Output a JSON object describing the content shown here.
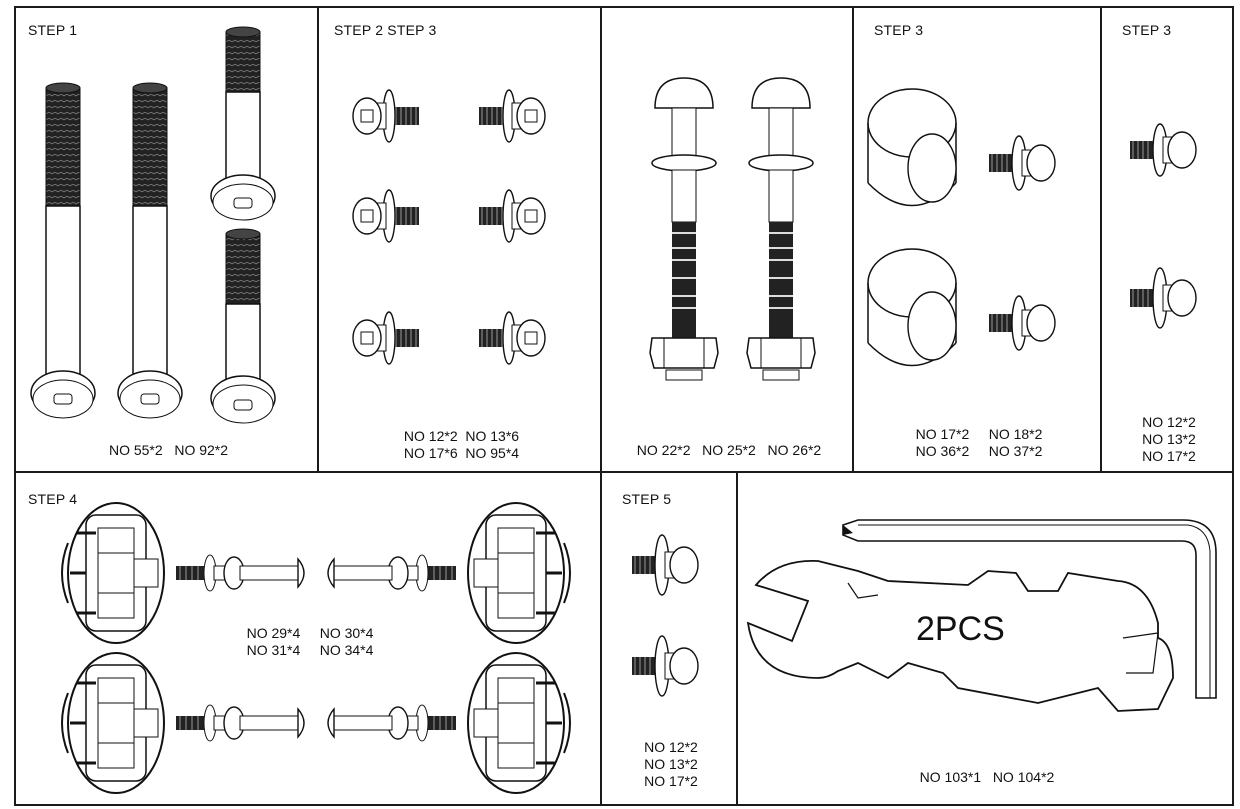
{
  "panels": [
    {
      "step": "STEP 1",
      "labels": [
        "NO 55*2   NO 92*2"
      ]
    },
    {
      "step": "STEP 2 STEP 3",
      "labels": [
        "NO 12*2  NO 13*6",
        "NO 17*6  NO 95*4"
      ]
    },
    {
      "step": "",
      "labels": [
        "NO 22*2   NO 25*2   NO 26*2"
      ]
    },
    {
      "step": "STEP 3",
      "labels": [
        "NO 17*2     NO 18*2",
        "NO 36*2     NO 37*2"
      ]
    },
    {
      "step": "STEP 3",
      "labels": [
        "NO 12*2",
        "NO 13*2",
        "NO 17*2"
      ]
    },
    {
      "step": "STEP 4",
      "labels": [
        "NO 29*4     NO 30*4",
        "NO 31*4     NO 34*4"
      ]
    },
    {
      "step": "STEP 5",
      "labels": [
        "NO 12*2",
        "NO 13*2",
        "NO 17*2"
      ]
    },
    {
      "step": "",
      "labels": [
        "NO 103*1   NO 104*2"
      ],
      "center_text": "2PCS"
    }
  ]
}
